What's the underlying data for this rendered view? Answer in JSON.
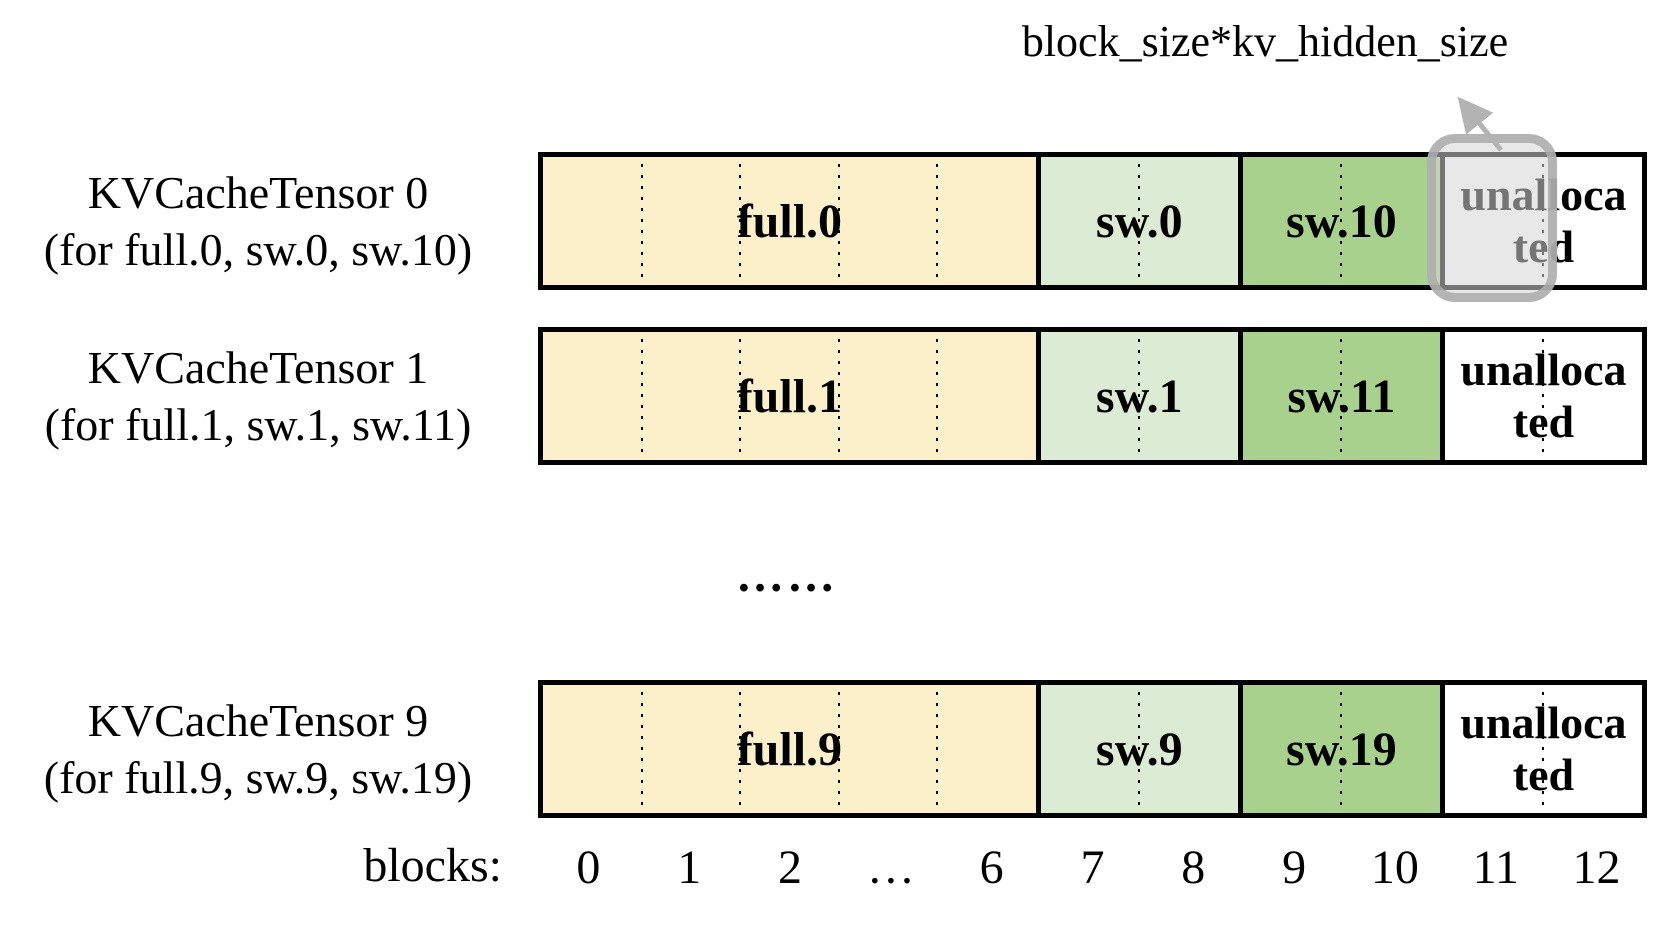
{
  "annotation": {
    "label": "block_size*kv_hidden_size"
  },
  "mid_ellipsis": "……",
  "rows": [
    {
      "title": "KVCacheTensor 0",
      "subtitle": "(for full.0, sw.0, sw.10)",
      "segments": {
        "full": "full.0",
        "sw_light": "sw.0",
        "sw_dark": "sw.10",
        "unallocated": "unalloca\nted"
      }
    },
    {
      "title": "KVCacheTensor 1",
      "subtitle": "(for full.1, sw.1, sw.11)",
      "segments": {
        "full": "full.1",
        "sw_light": "sw.1",
        "sw_dark": "sw.11",
        "unallocated": "unalloca\nted"
      }
    },
    {
      "title": "KVCacheTensor 9",
      "subtitle": "(for full.9, sw.9, sw.19)",
      "segments": {
        "full": "full.9",
        "sw_light": "sw.9",
        "sw_dark": "sw.19",
        "unallocated": "unalloca\nted"
      }
    }
  ],
  "axis": {
    "label": "blocks:",
    "ticks": [
      "0",
      "1",
      "2",
      "…",
      "6",
      "7",
      "8",
      "9",
      "10",
      "11",
      "12"
    ]
  },
  "colors": {
    "full": "#FCF0CB",
    "sw_light": "#DBEBD4",
    "sw_dark": "#A9D18E",
    "unallocated": "#FFFFFF",
    "highlight_border": "#ABABAB",
    "highlight_fill": "#D6D6D6",
    "arrow": "#B3B3B3"
  }
}
